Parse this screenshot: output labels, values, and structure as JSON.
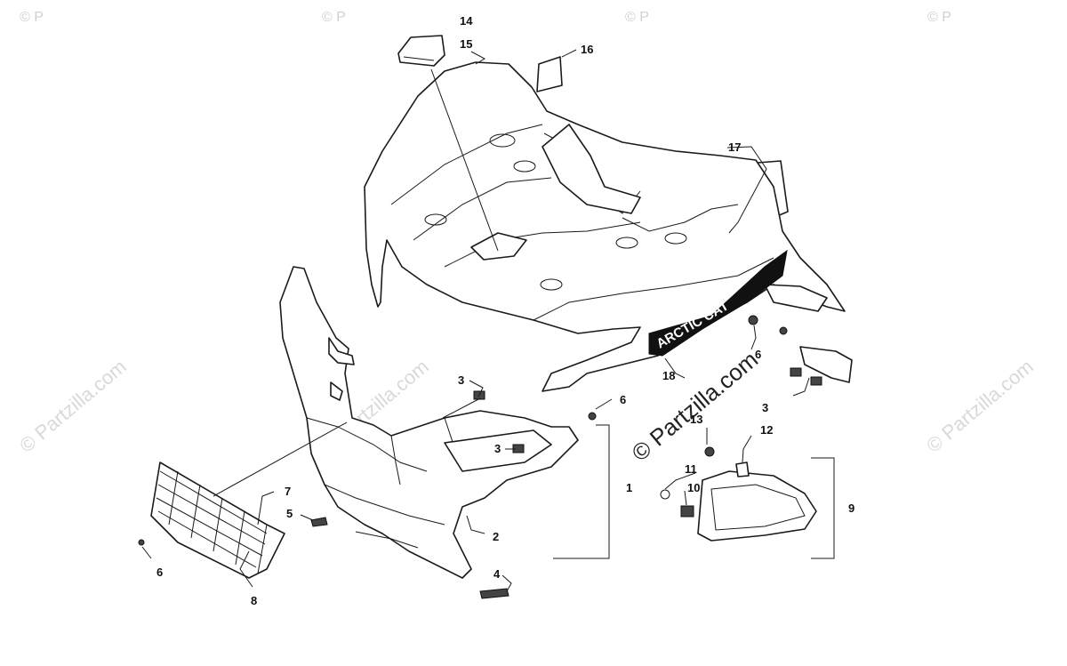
{
  "watermark": {
    "text": "© Partzilla.com",
    "corner_text": "© P"
  },
  "decal_text": "ARCTIC CAT",
  "callouts": [
    "14",
    "15",
    "16",
    "17",
    "18",
    "1",
    "2",
    "3",
    "3",
    "3",
    "4",
    "5",
    "6",
    "6",
    "6",
    "7",
    "8",
    "9",
    "10",
    "11",
    "12",
    "13"
  ]
}
